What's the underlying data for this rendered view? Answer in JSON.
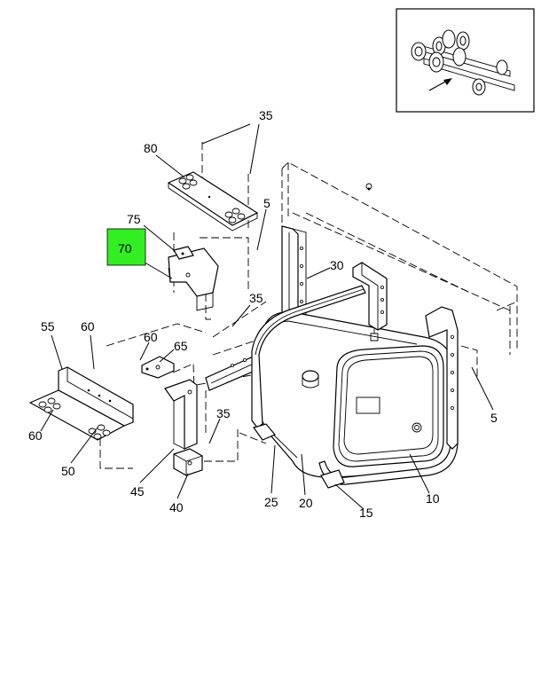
{
  "highlight_color": "#33ee22",
  "callouts": {
    "c35_top": "35",
    "c80": "80",
    "c5_upper": "5",
    "c75": "75",
    "c70": "70",
    "c30": "30",
    "c35_mid": "35",
    "c55": "55",
    "c60_left": "60",
    "c60_mid": "60",
    "c65": "65",
    "c60_lower": "60",
    "c50": "50",
    "c35_low": "35",
    "c5_right": "5",
    "c45": "45",
    "c40": "40",
    "c25": "25",
    "c20": "20",
    "c15": "15",
    "c10": "10"
  }
}
